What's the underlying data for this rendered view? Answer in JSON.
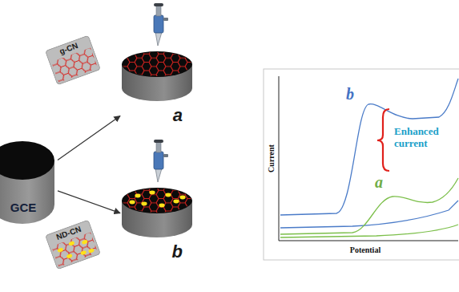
{
  "diagram": {
    "nodes": [
      {
        "text": [
          "GCE"
        ]
      },
      {
        "text": [
          "g-CN"
        ]
      },
      {
        "text": [
          "a"
        ]
      },
      {
        "text": [
          "ND-CN"
        ]
      },
      {
        "text": [
          "b"
        ]
      }
    ],
    "edges": [
      {
        "from": 0,
        "to": 2,
        "arrow": "to"
      },
      {
        "from": 0,
        "to": 4,
        "arrow": "to"
      }
    ],
    "labels": [
      "Current",
      "Potential",
      "b",
      "a",
      "Enhanced current"
    ]
  }
}
